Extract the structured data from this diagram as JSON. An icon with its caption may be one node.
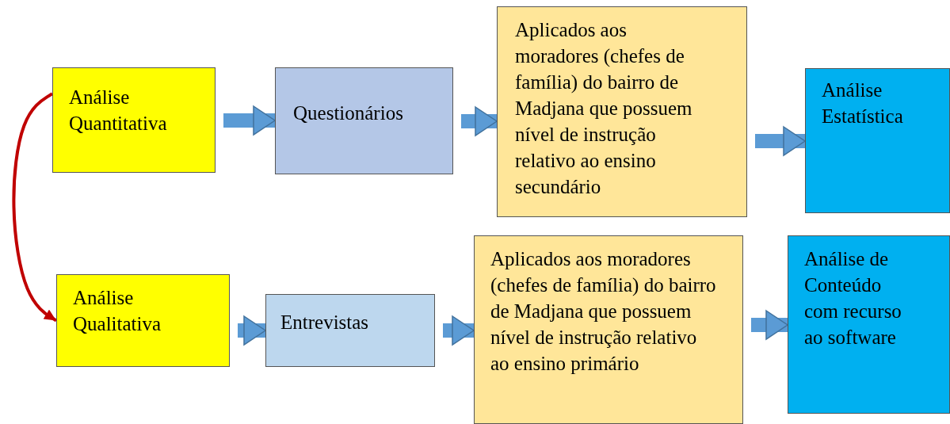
{
  "diagram": {
    "nodes": [
      {
        "text": [
          "Análise Quantitativa"
        ]
      },
      {
        "text": [
          "Questionários"
        ]
      },
      {
        "text": [
          "Aplicados aos moradores (chefes de família) do bairro de Madjana que possuem nível de instrução relativo ao ensino secundário"
        ]
      },
      {
        "text": [
          "Análise Estatística"
        ]
      },
      {
        "text": [
          "Análise Qualitativa"
        ]
      },
      {
        "text": [
          "Entrevistas"
        ]
      },
      {
        "text": [
          "Aplicados aos moradores (chefes de família) do bairro de Madjana que possuem nível de instrução relativo ao ensino primário"
        ]
      },
      {
        "text": [
          "Análise de Conteúdo com recurso ao software"
        ]
      }
    ],
    "edges": [
      {
        "from": 0,
        "to": 1,
        "arrow": "to"
      },
      {
        "from": 1,
        "to": 2,
        "arrow": "to"
      },
      {
        "from": 2,
        "to": 3,
        "arrow": "to"
      },
      {
        "from": 4,
        "to": 5,
        "arrow": "to"
      },
      {
        "from": 5,
        "to": 6,
        "arrow": "to"
      },
      {
        "from": 6,
        "to": 7,
        "arrow": "to"
      },
      {
        "from": 0,
        "to": 4,
        "arrow": "to",
        "color": "#c00000"
      }
    ]
  }
}
